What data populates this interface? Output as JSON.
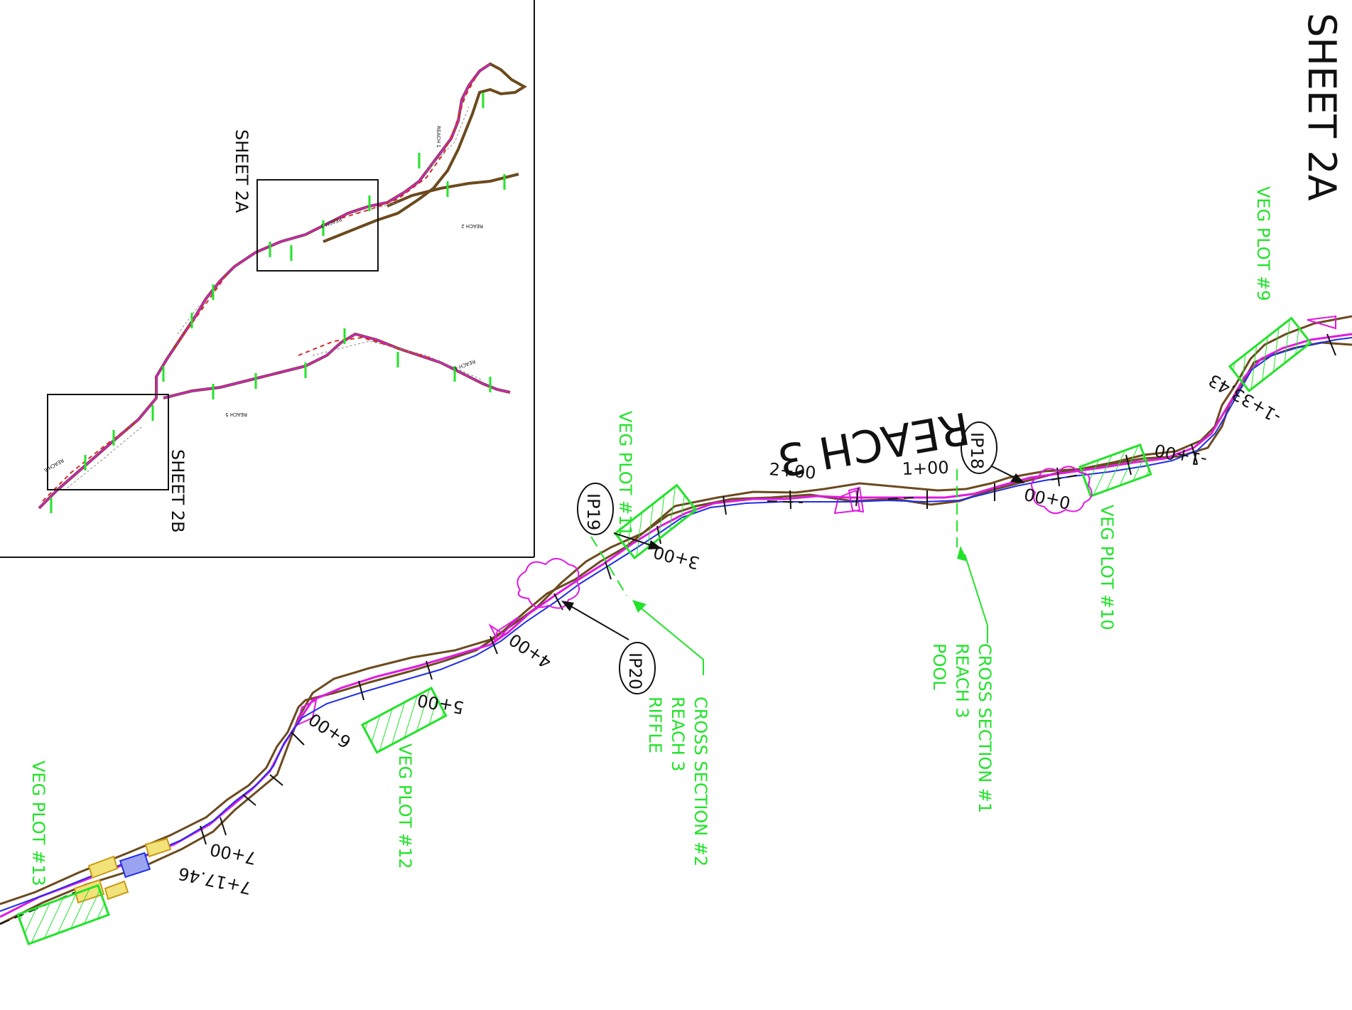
{
  "drawing": {
    "sheet_title": "SHEET 2A",
    "reach_label": "REACH 3"
  },
  "inset": {
    "sheet_2a_label": "SHEET 2A",
    "sheet_2b_label": "SHEET 2B",
    "reach_labels": [
      "REACH 1",
      "REACH 2",
      "REACH 3",
      "REACH 4",
      "REACH 5",
      "REACH 6"
    ]
  },
  "veg_plots": {
    "p9": "VEG PLOT #9",
    "p10": "VEG PLOT #10",
    "p11": "VEG PLOT #11",
    "p12": "VEG PLOT #12",
    "p13": "VEG PLOT #13"
  },
  "cross_sections": {
    "xs1": [
      "CROSS SECTION #1",
      "REACH 3",
      "POOL"
    ],
    "xs2": [
      "CROSS SECTION #2",
      "REACH 3",
      "RIFFLE"
    ]
  },
  "inspection_points": {
    "ip18": "IP18",
    "ip19": "IP19",
    "ip20": "IP20"
  },
  "stations": {
    "s_neg": "-1+33.43",
    "s_neg_b": "-1+00",
    "s0": "0+00",
    "s1": "1+00",
    "s2": "2+00",
    "s3": "3+00",
    "s4": "4+00",
    "s5": "5+00",
    "s6": "6+00",
    "s7": "7+00",
    "s_end": "7+17.46"
  },
  "colors": {
    "veg_plot_green": "#22e32a",
    "bank_brown": "#6b4a1e",
    "stream_magenta": "#e01adf",
    "centerline_blue": "#1f2ee8",
    "label_black": "#111111"
  }
}
